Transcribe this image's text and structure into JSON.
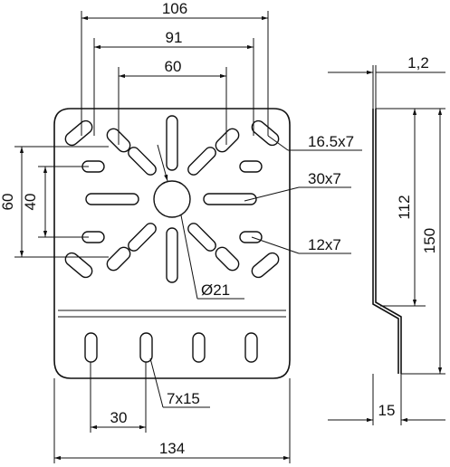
{
  "drawing": {
    "labels": {
      "width_total_top": "106",
      "width_mid": "91",
      "width_inner": "60",
      "thickness": "1,2",
      "height_60": "60",
      "height_40": "40",
      "slot_16_5x7": "16.5x7",
      "slot_30x7": "30x7",
      "slot_12x7": "12x7",
      "diameter": "Ø21",
      "height_112": "112",
      "height_150": "150",
      "slot_7x15": "7x15",
      "pitch_30": "30",
      "width_134": "134",
      "offset_15": "15"
    }
  }
}
